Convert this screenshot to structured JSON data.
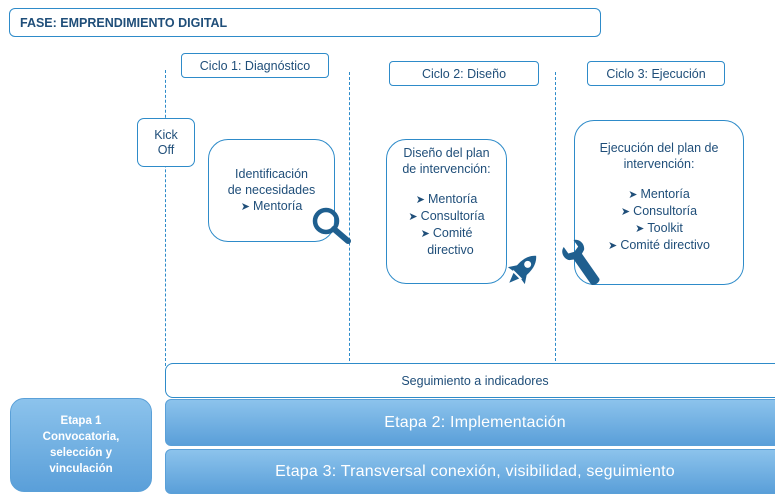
{
  "phase": {
    "title": "FASE: EMPRENDIMIENTO DIGITAL"
  },
  "cycles": [
    {
      "label": "Ciclo 1: Diagnóstico"
    },
    {
      "label": "Ciclo 2: Diseño"
    },
    {
      "label": "Ciclo 3: Ejecución"
    }
  ],
  "kickoff": {
    "line1": "Kick",
    "line2": "Off"
  },
  "cards": [
    {
      "title_line1": "Identificación",
      "title_line2": "de necesidades",
      "items": [
        "Mentoría"
      ]
    },
    {
      "title_line1": "Diseño del plan",
      "title_line2": "de intervención:",
      "items": [
        "Mentoría",
        "Consultoría",
        "Comité",
        "directivo"
      ]
    },
    {
      "title_line1": "Ejecución del plan de",
      "title_line2": "intervención:",
      "items": [
        "Mentoría",
        "Consultoría",
        "Toolkit",
        "Comité directivo"
      ]
    }
  ],
  "icons": [
    "magnifier-icon",
    "rocket-icon",
    "wrench-icon"
  ],
  "seguimiento": {
    "label": "Seguimiento a indicadores"
  },
  "etapa1": {
    "line1": "Etapa 1",
    "line2": "Convocatoria,",
    "line3": "selección y",
    "line4": "vinculación"
  },
  "etapa2": {
    "label": "Etapa 2: Implementación"
  },
  "etapa3": {
    "label": "Etapa 3: Transversal conexión, visibilidad, seguimiento"
  },
  "colors": {
    "accent": "#2e8bc9",
    "text": "#1f4e79",
    "band": "#6aaee2"
  }
}
